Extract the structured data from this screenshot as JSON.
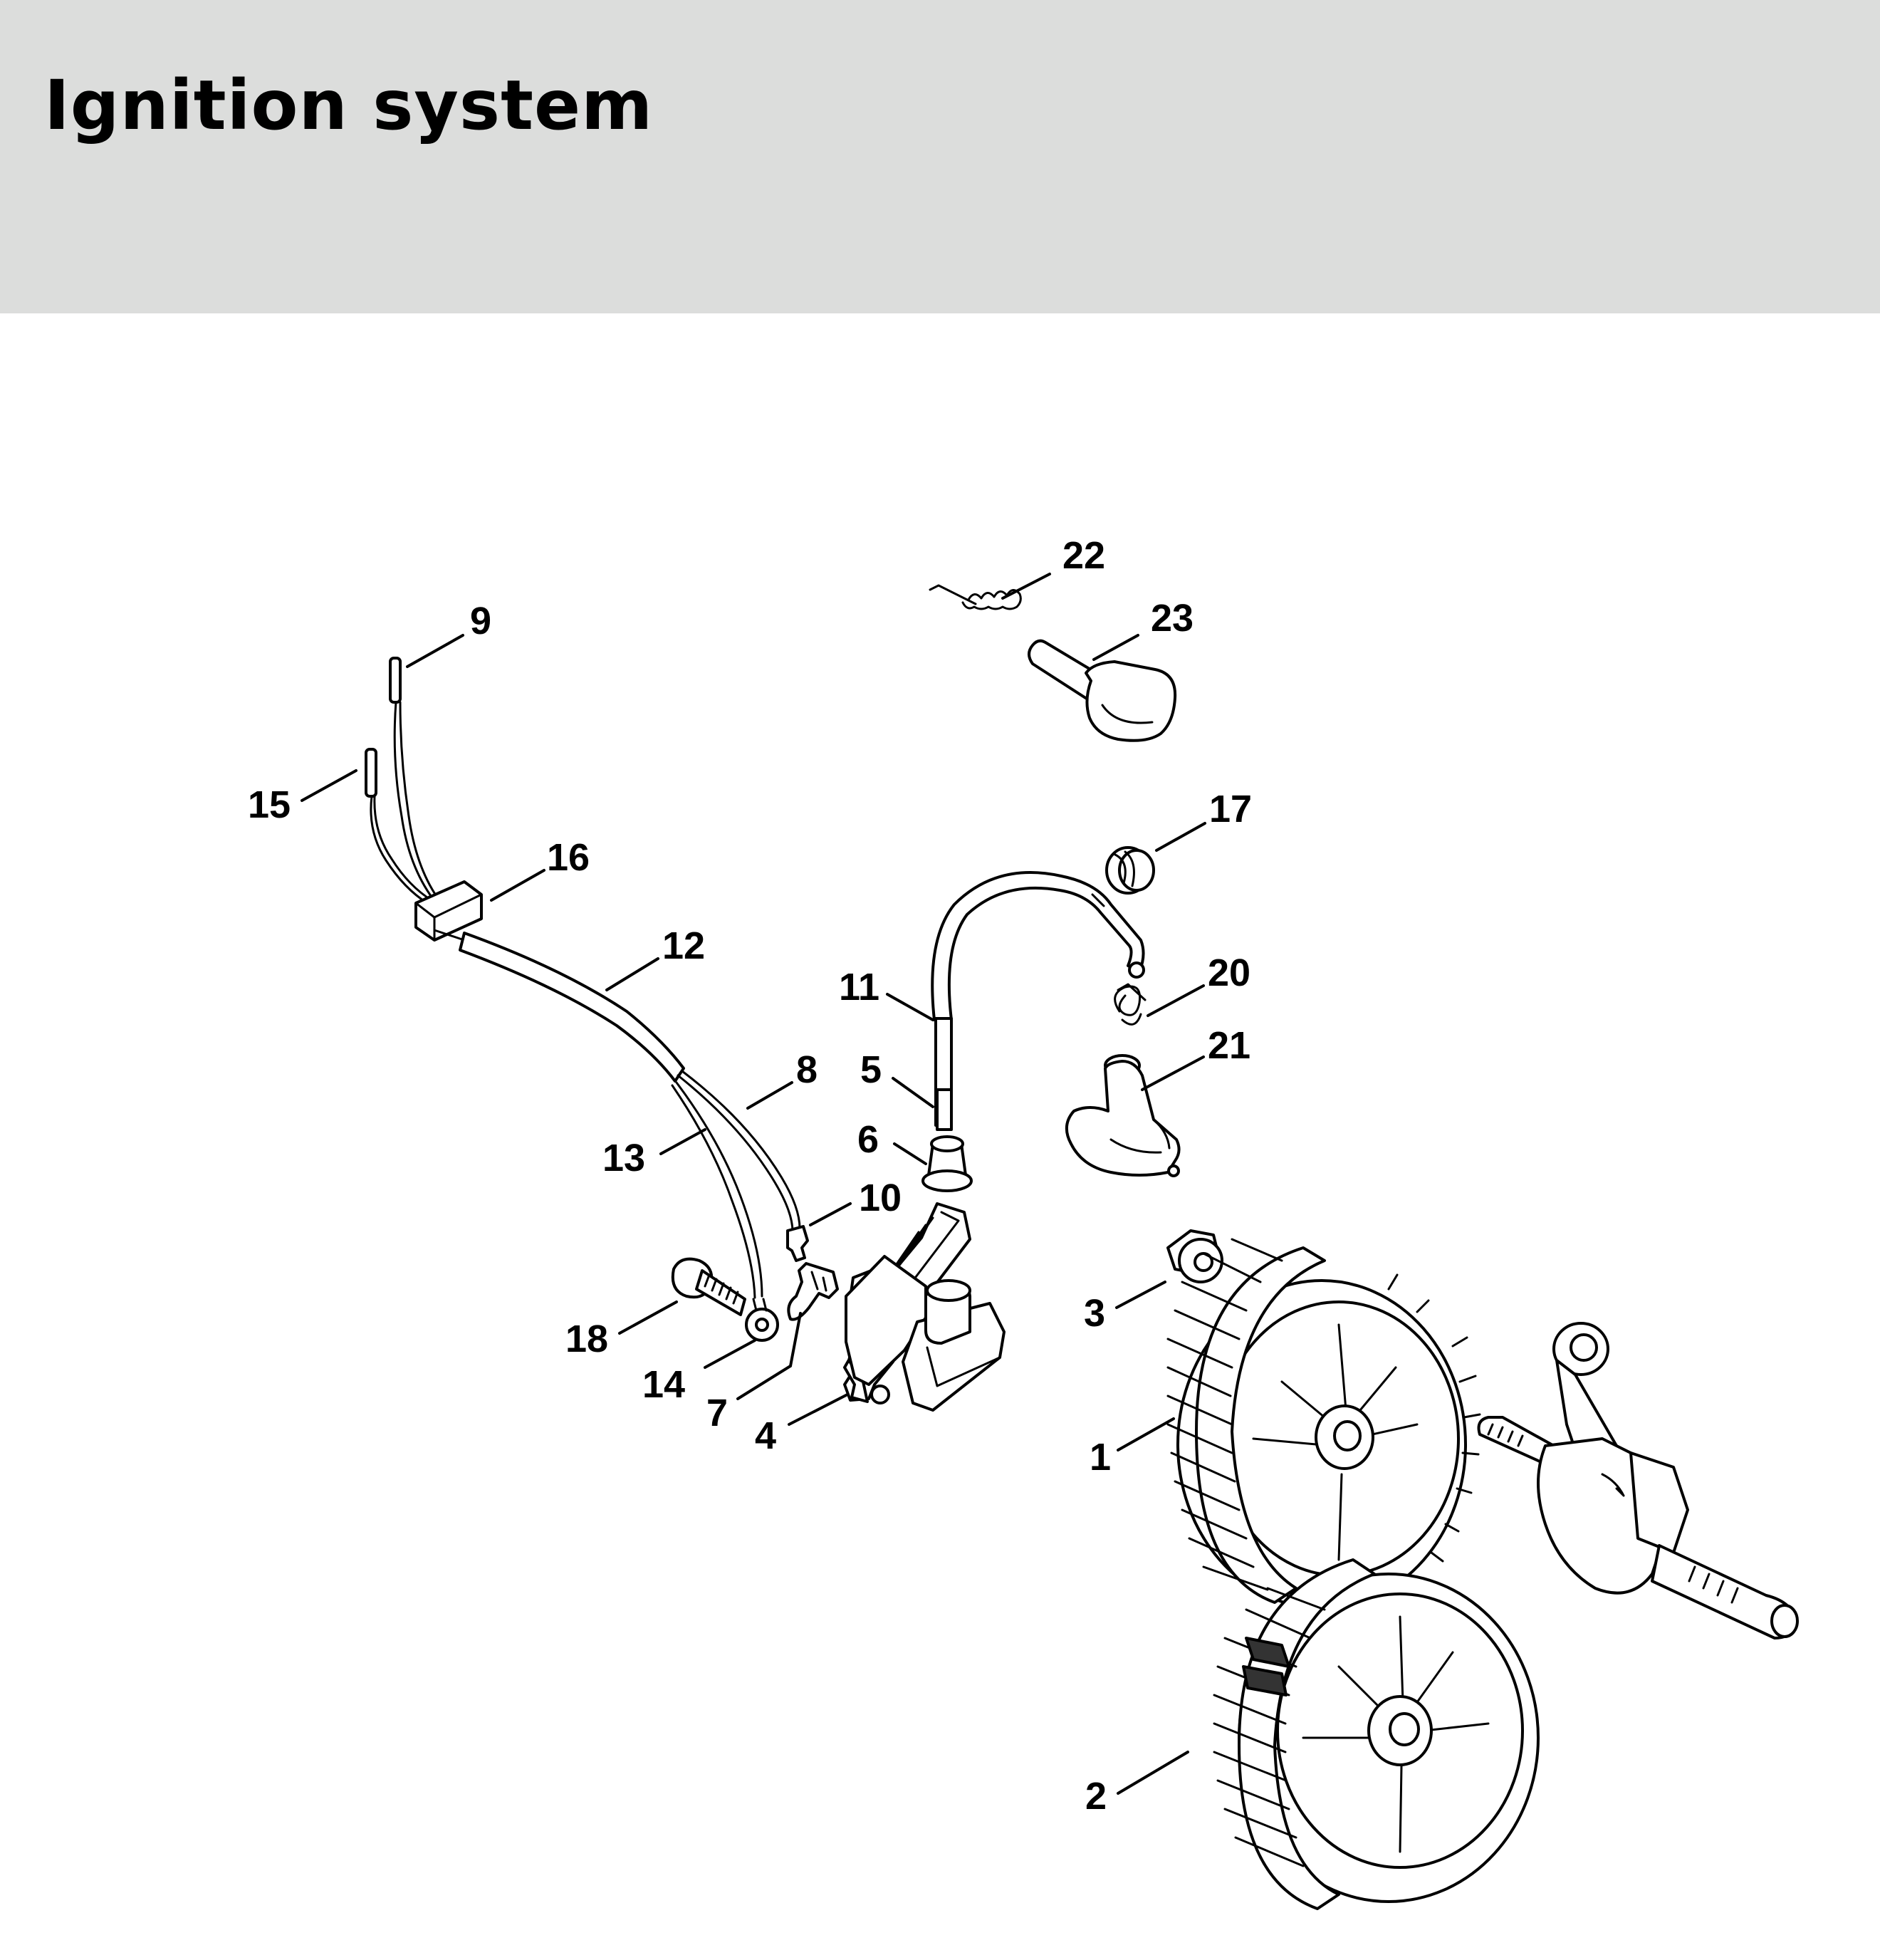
{
  "header": {
    "title": "Ignition system",
    "background_color": "#dcdddc"
  },
  "diagram": {
    "callouts": [
      {
        "number": "22",
        "part": "spring"
      },
      {
        "number": "9",
        "part": "wire-terminal"
      },
      {
        "number": "23",
        "part": "spark-plug-boot"
      },
      {
        "number": "15",
        "part": "wire-terminal"
      },
      {
        "number": "16",
        "part": "grommet-clip"
      },
      {
        "number": "17",
        "part": "grommet"
      },
      {
        "number": "12",
        "part": "cable-sleeve"
      },
      {
        "number": "11",
        "part": "ignition-lead"
      },
      {
        "number": "20",
        "part": "spring"
      },
      {
        "number": "21",
        "part": "spark-plug-boot"
      },
      {
        "number": "8",
        "part": "wire"
      },
      {
        "number": "5",
        "part": "ignition-lead-end"
      },
      {
        "number": "13",
        "part": "wire"
      },
      {
        "number": "6",
        "part": "seal"
      },
      {
        "number": "10",
        "part": "connector"
      },
      {
        "number": "3",
        "part": "nut"
      },
      {
        "number": "18",
        "part": "screw"
      },
      {
        "number": "14",
        "part": "ring-terminal"
      },
      {
        "number": "7",
        "part": "ground-clip"
      },
      {
        "number": "4",
        "part": "ignition-module"
      },
      {
        "number": "1",
        "part": "flywheel"
      },
      {
        "number": "2",
        "part": "flywheel"
      }
    ]
  }
}
